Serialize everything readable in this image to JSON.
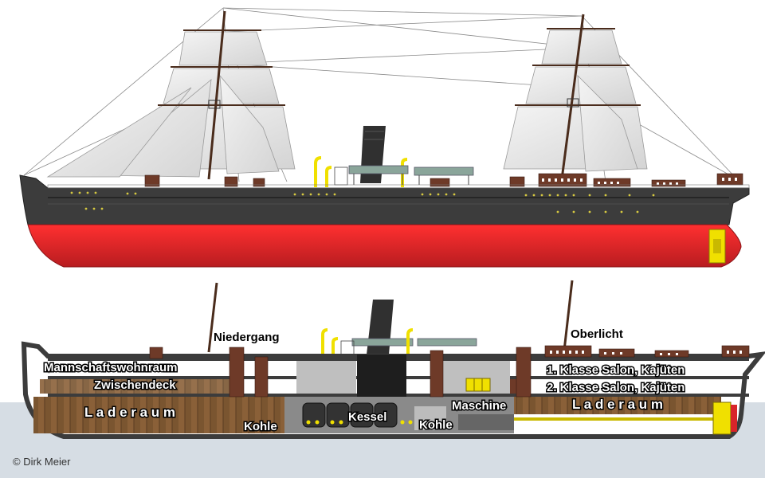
{
  "credit": "© Dirk Meier",
  "labels": {
    "niedergang": "Niedergang",
    "oberlicht": "Oberlicht",
    "mannschaftswohnraum": "Mannschaftswohnraum",
    "zwischendeck": "Zwischendeck",
    "laderaum": "L a d e r a u m",
    "kohle": "Kohle",
    "kessel": "Kessel",
    "maschine": "Maschine",
    "salon1": "1. Klasse Salon, Kajüten",
    "salon2": "2. Klasse Salon, Kajüten"
  },
  "colors": {
    "hull_black": "#3c3c3c",
    "hull_red": "#d8252a",
    "sail": "#e6e6e6",
    "cargo_brown": "#7a5530",
    "cabin_brown": "#6e3a28",
    "funnel": "#303030",
    "awning": "#8aa59a",
    "water": "#d6dde4",
    "yellow": "#f0e000"
  }
}
